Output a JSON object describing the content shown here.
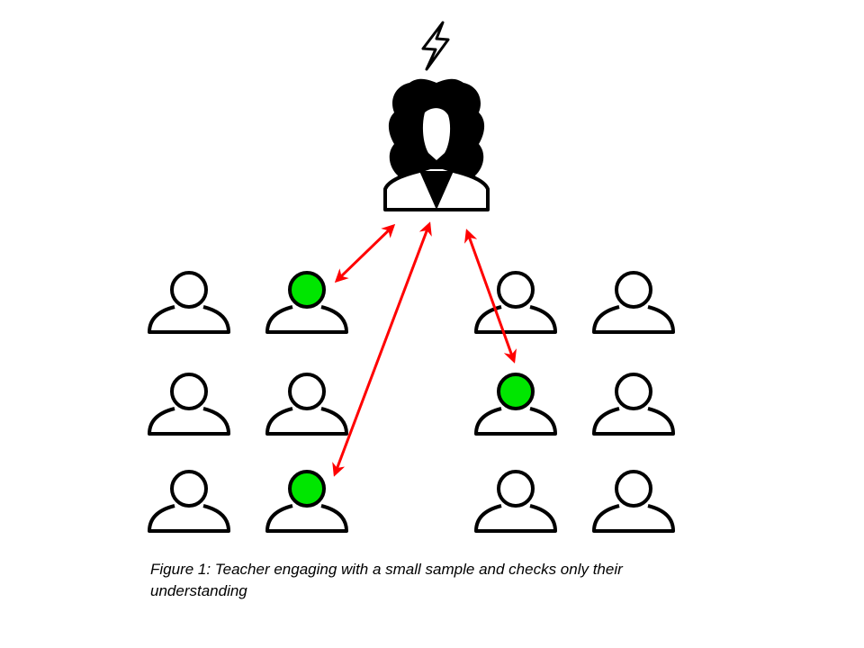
{
  "figure": {
    "caption": "Figure 1: Teacher engaging with a small sample and checks only their understanding"
  },
  "colors": {
    "arrow": "#ff0000",
    "highlight": "#00e600",
    "outline": "#000000"
  },
  "teacher": {
    "icon": "teacher-icon",
    "stress_icon": "lightning-icon"
  },
  "students": [
    {
      "row": 0,
      "col": 0,
      "checked": false
    },
    {
      "row": 0,
      "col": 1,
      "checked": true
    },
    {
      "row": 0,
      "col": 2,
      "checked": false
    },
    {
      "row": 0,
      "col": 3,
      "checked": false
    },
    {
      "row": 1,
      "col": 0,
      "checked": false
    },
    {
      "row": 1,
      "col": 1,
      "checked": false
    },
    {
      "row": 1,
      "col": 2,
      "checked": true
    },
    {
      "row": 1,
      "col": 3,
      "checked": false
    },
    {
      "row": 2,
      "col": 0,
      "checked": false
    },
    {
      "row": 2,
      "col": 1,
      "checked": true
    },
    {
      "row": 2,
      "col": 2,
      "checked": false
    },
    {
      "row": 2,
      "col": 3,
      "checked": false
    }
  ]
}
